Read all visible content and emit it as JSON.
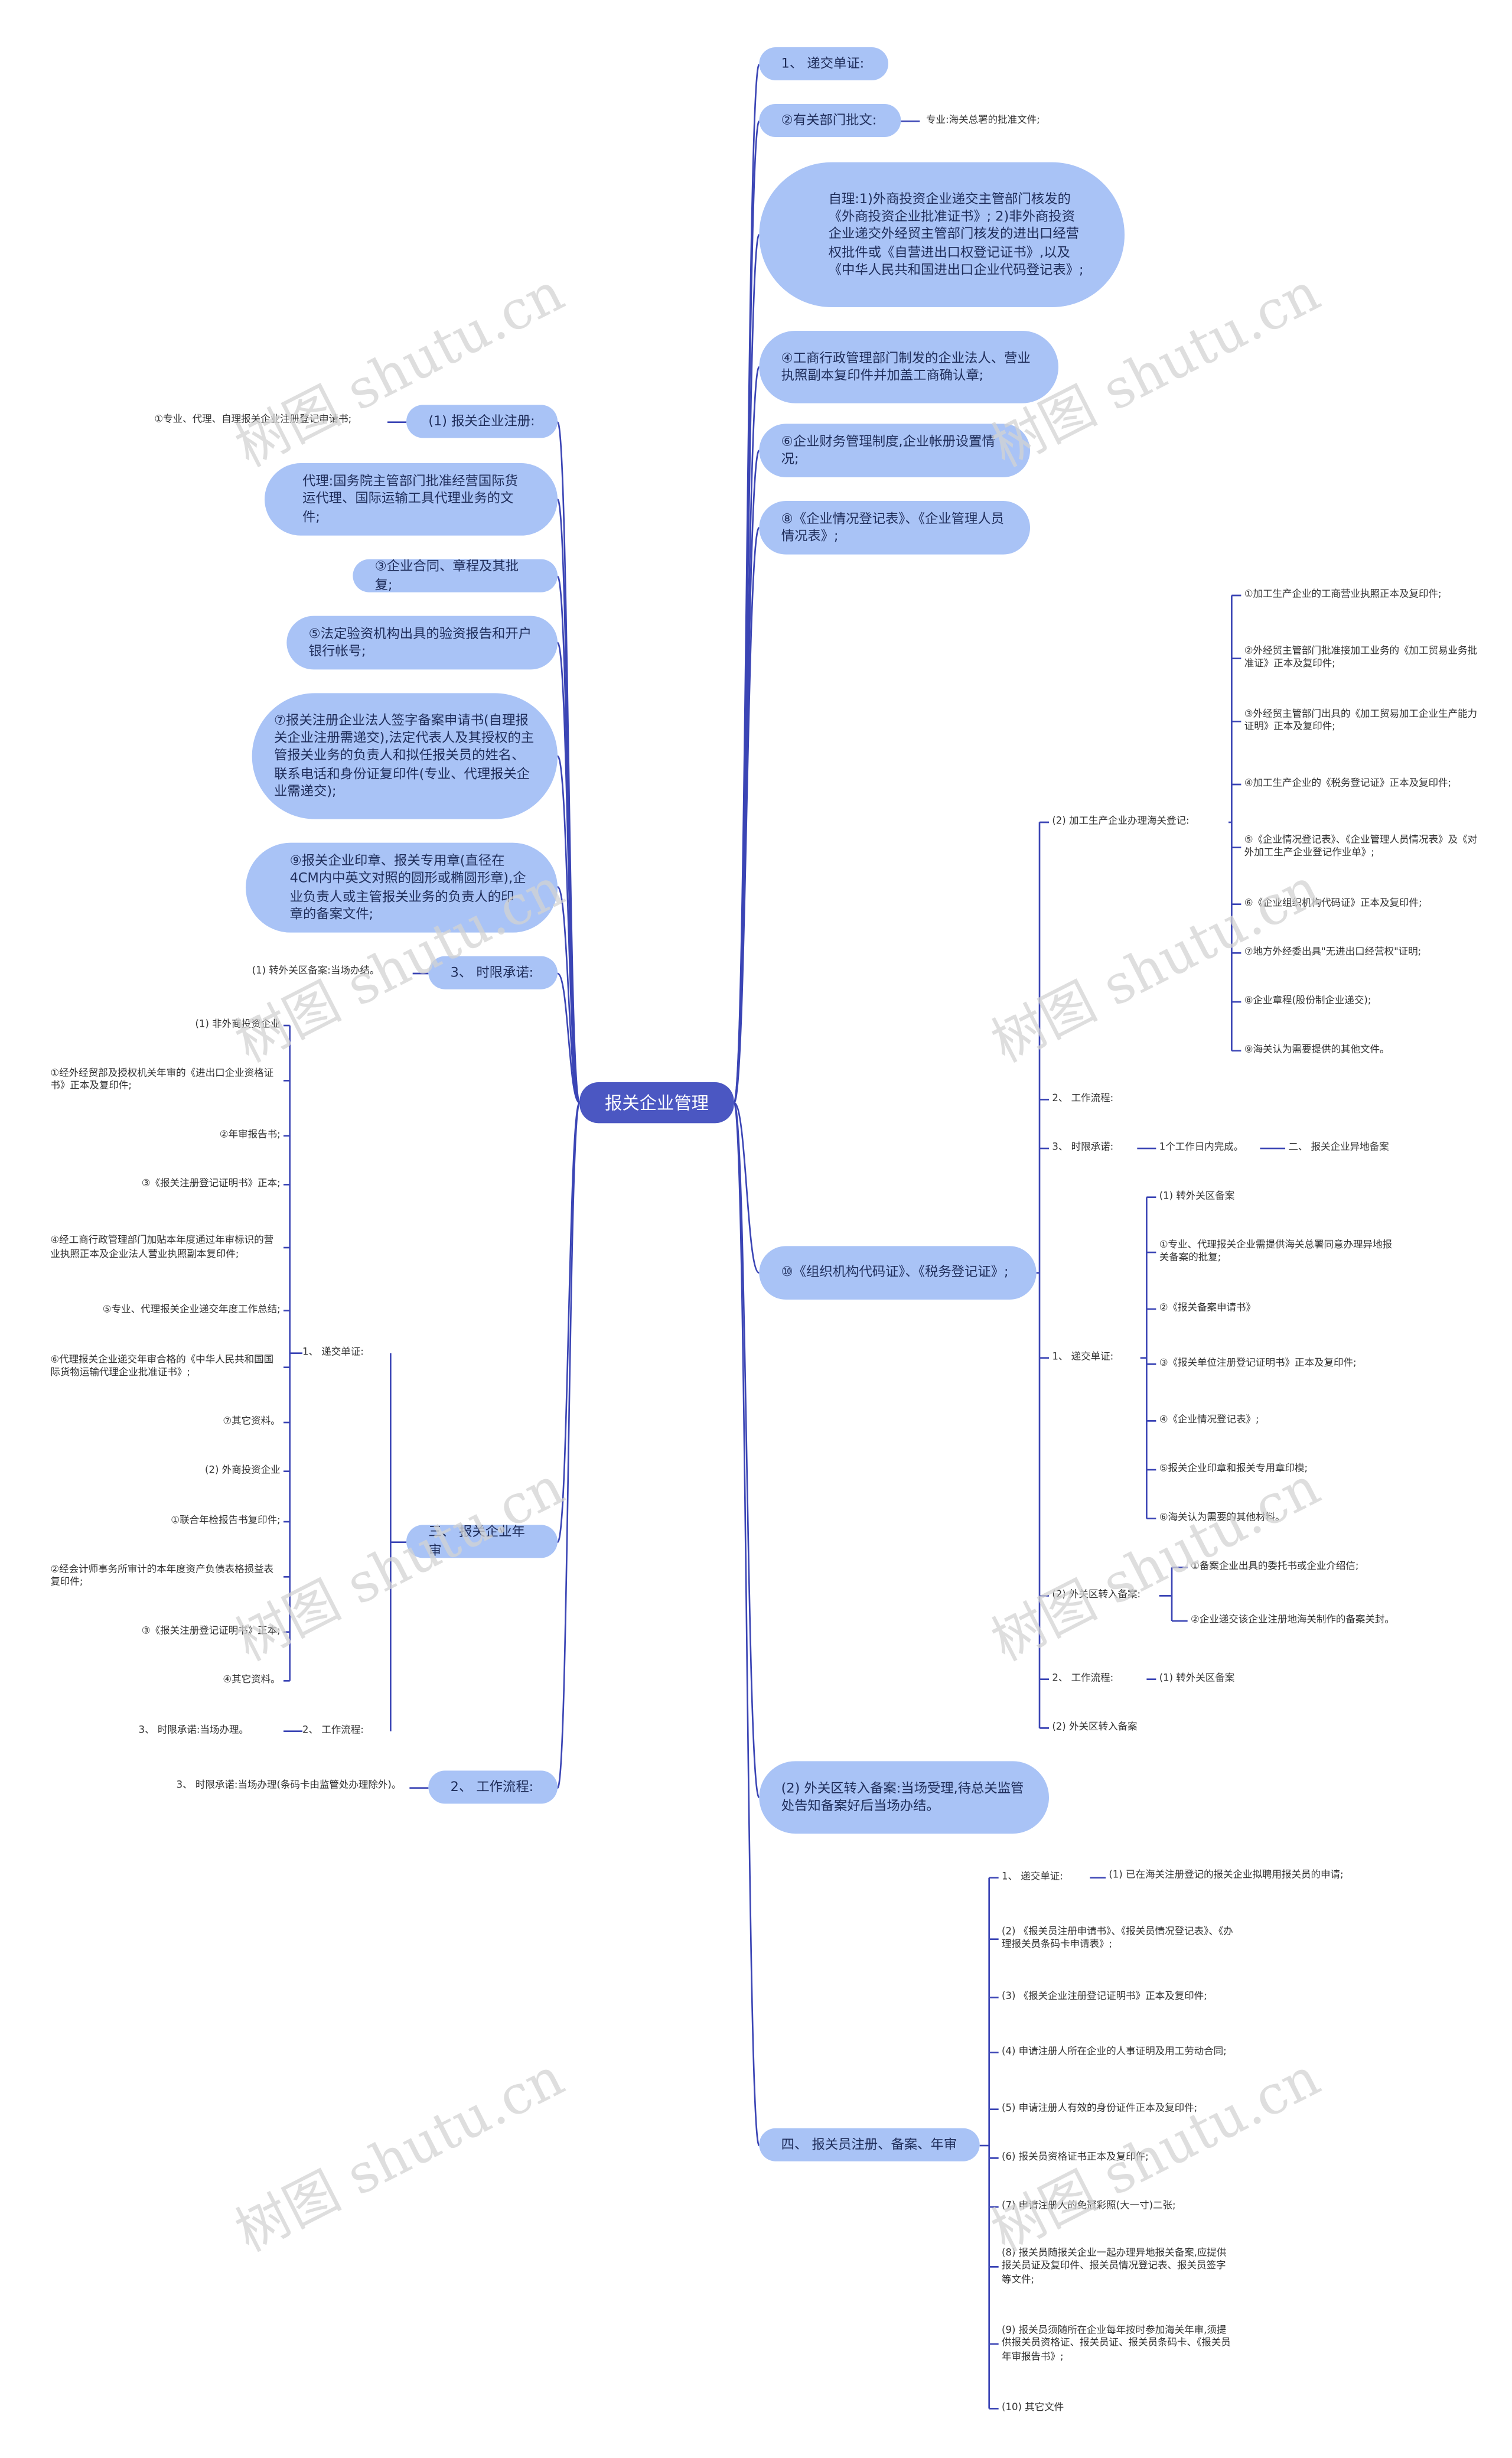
{
  "root": "报关企业管理",
  "nodes": {
    "r1": "1、 递交单证:",
    "r2": "②有关部门批文:",
    "r2a": "专业:海关总署的批准文件;",
    "r3": "自理:1)外商投资企业递交主管部门核发的《外商投资企业批准证书》; 2)非外商投资企业递交外经贸主管部门核发的进出口经营权批件或《自营进出口权登记证书》,以及《中华人民共和国进出口企业代码登记表》;",
    "r4": "④工商行政管理部门制发的企业法人、营业执照副本复印件并加盖工商确认章;",
    "r5": "⑥企业财务管理制度,企业帐册设置情况;",
    "r6": "⑧《企业情况登记表》、《企业管理人员情况表》;",
    "r7": "⑩《组织机构代码证》、《税务登记证》;",
    "r7_1": "(2) 加工生产企业办理海关登记:",
    "r7_1_1": "①加工生产企业的工商营业执照正本及复印件;",
    "r7_1_2": "②外经贸主管部门批准接加工业务的《加工贸易业务批准证》正本及复印件;",
    "r7_1_3": "③外经贸主管部门出具的《加工贸易加工企业生产能力证明》正本及复印件;",
    "r7_1_4": "④加工生产企业的《税务登记证》正本及复印件;",
    "r7_1_5": "⑤《企业情况登记表》、《企业管理人员情况表》及《对外加工生产企业登记作业单》;",
    "r7_1_6": "⑥《企业组织机构代码证》正本及复印件;",
    "r7_1_7": "⑦地方外经委出具\"无进出口经营权\"证明;",
    "r7_1_8": "⑧企业章程(股份制企业递交);",
    "r7_1_9": "⑨海关认为需要提供的其他文件。",
    "r7_2": "2、 工作流程:",
    "r7_3": "3、 时限承诺:",
    "r7_3a": "1个工作日内完成。",
    "r7_3b": "二、 报关企业异地备案",
    "r7_4": "1、 递交单证:",
    "r7_4_1": "(1) 转外关区备案",
    "r7_4_2": "①专业、代理报关企业需提供海关总署同意办理异地报关备案的批复;",
    "r7_4_3": "②《报关备案申请书》",
    "r7_4_4": "③《报关单位注册登记证明书》正本及复印件;",
    "r7_4_5": "④《企业情况登记表》;",
    "r7_4_6": "⑤报关企业印章和报关专用章印模;",
    "r7_4_7": "⑥海关认为需要的其他材料。",
    "r7_5": "(2) 外关区转入备案:",
    "r7_5_1": "①备案企业出具的委托书或企业介绍信;",
    "r7_5_2": "②企业递交该企业注册地海关制作的备案关封。",
    "r7_6": "2、 工作流程:",
    "r7_6a": "(1) 转外关区备案",
    "r7_7": "(2) 外关区转入备案",
    "r8": "(2) 外关区转入备案:当场受理,待总关监管处告知备案好后当场办结。",
    "r9": "四、 报关员注册、备案、年审",
    "r9_1": "1、 递交单证:",
    "r9_1a": "(1) 已在海关注册登记的报关企业拟聘用报关员的申请;",
    "r9_2": "(2) 《报关员注册申请书》、《报关员情况登记表》、《办理报关员条码卡申请表》;",
    "r9_3": "(3) 《报关企业注册登记证明书》正本及复印件;",
    "r9_4": "(4) 申请注册人所在企业的人事证明及用工劳动合同;",
    "r9_5": "(5) 申请注册人有效的身份证件正本及复印件;",
    "r9_6": "(6) 报关员资格证书正本及复印件;",
    "r9_7": "(7) 申请注册人的免冠彩照(大一寸)二张;",
    "r9_8": "(8) 报关员随报关企业一起办理异地报关备案,应提供报关员证及复印件、报关员情况登记表、报关员签字等文件;",
    "r9_9": "(9) 报关员须随所在企业每年按时参加海关年审,须提供报关员资格证、报关员证、报关员条码卡、《报关员年审报告书》;",
    "r9_10": "(10) 其它文件",
    "l1": "(1) 报关企业注册:",
    "l1a": "①专业、代理、自理报关企业注册登记申请书;",
    "l2": "代理:国务院主管部门批准经营国际货运代理、国际运输工具代理业务的文件;",
    "l3": "③企业合同、章程及其批复;",
    "l4": "⑤法定验资机构出具的验资报告和开户银行帐号;",
    "l5": "⑦报关注册企业法人签字备案申请书(自理报关企业注册需递交),法定代表人及其授权的主管报关业务的负责人和拟任报关员的姓名、联系电话和身份证复印件(专业、代理报关企业需递交);",
    "l6": "⑨报关企业印章、报关专用章(直径在4CM内中英文对照的圆形或椭圆形章),企业负责人或主管报关业务的负责人的印章的备案文件;",
    "l7": "3、 时限承诺:",
    "l7a": "(1) 转外关区备案:当场办结。",
    "l8": "三、 报关企业年审",
    "l8_1": "1、 递交单证:",
    "l8_1_1": "(1) 非外商投资企业",
    "l8_1_2": "①经外经贸部及授权机关年审的《进出口企业资格证书》正本及复印件;",
    "l8_1_3": "②年审报告书;",
    "l8_1_4": "③《报关注册登记证明书》正本;",
    "l8_1_5": "④经工商行政管理部门加贴本年度通过年审标识的营业执照正本及企业法人营业执照副本复印件;",
    "l8_1_6": "⑤专业、代理报关企业递交年度工作总结;",
    "l8_1_7": "⑥代理报关企业递交年审合格的《中华人民共和国国际货物运输代理企业批准证书》;",
    "l8_1_8": "⑦其它资料。",
    "l8_1_9": "(2) 外商投资企业",
    "l8_1_10": "①联合年检报告书复印件;",
    "l8_1_11": "②经会计师事务所审计的本年度资产负债表格损益表复印件;",
    "l8_1_12": "③《报关注册登记证明书》正本;",
    "l8_1_13": "④其它资料。",
    "l8_2": "2、 工作流程:",
    "l8_2a": "3、 时限承诺:当场办理。",
    "l9": "2、 工作流程:",
    "l9a": "3、 时限承诺:当场办理(条码卡由监管处办理除外)。"
  },
  "watermarks": [
    "树图 shutu.cn",
    "树图 shutu.cn",
    "树图 shutu.cn",
    "树图 shutu.cn",
    "树图 shutu.cn",
    "树图 shutu.cn",
    "树图 shutu.cn",
    "树图 shutu.cn"
  ],
  "colors": {
    "line": "#3b45b5",
    "pill": "#a9c3f6",
    "root": "#4b57c2"
  }
}
